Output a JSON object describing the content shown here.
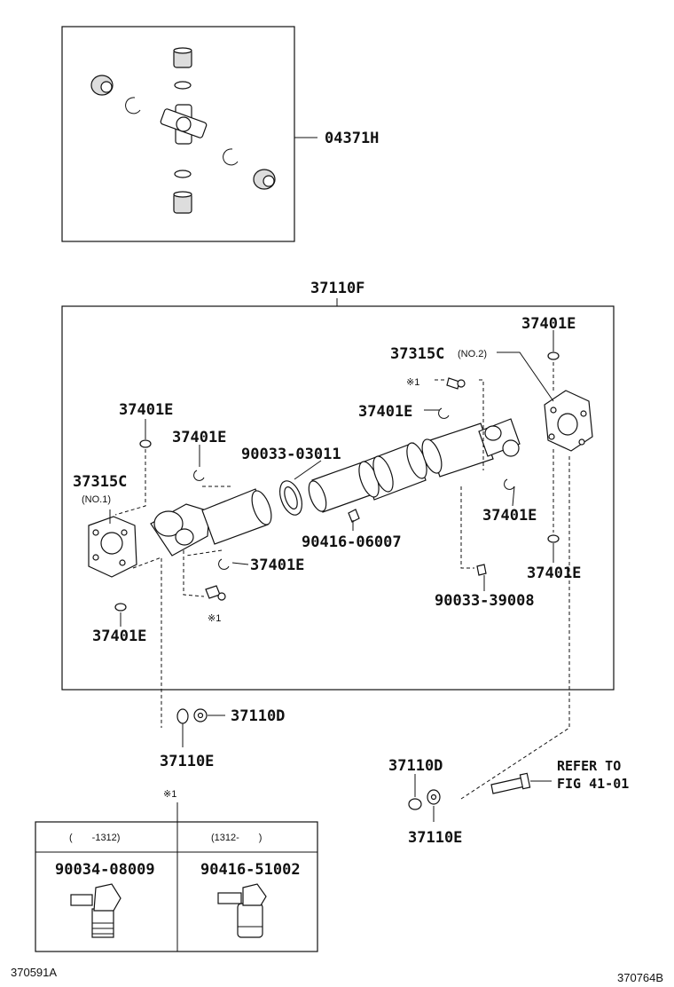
{
  "top_box": {
    "part_label": "04371H"
  },
  "main_box": {
    "assembly_label": "37110F",
    "labels": {
      "clip_top_right": "37401E",
      "flange_no2": "37315C",
      "flange_no2_note": "(NO.2)",
      "marker_top": "※1",
      "clip_mid_right": "37401E",
      "clip_left_top": "37401E",
      "clip_left_mid": "37401E",
      "ring_part": "90033-03011",
      "flange_no1": "37315C",
      "flange_no1_note": "(NO.1)",
      "clip_left_low": "37401E",
      "nipple_center": "90416-06007",
      "clip_right_low": "37401E",
      "clip_right_bottom": "37401E",
      "fitting_right": "90033-39008",
      "marker_left": "※1",
      "clip_left_bottom": "37401E"
    }
  },
  "below_left": {
    "nut": "37110D",
    "washer": "37110E"
  },
  "below_right": {
    "nut": "37110D",
    "washer": "37110E",
    "refer_line1": "REFER TO",
    "refer_line2": "FIG 41-01"
  },
  "table": {
    "marker": "※1",
    "col1_header": "(　　-1312)",
    "col2_header": "(1312-　　)",
    "col1_part": "90034-08009",
    "col2_part": "90416-51002"
  },
  "footer": {
    "left_code": "370591A",
    "right_code": "370764B"
  }
}
